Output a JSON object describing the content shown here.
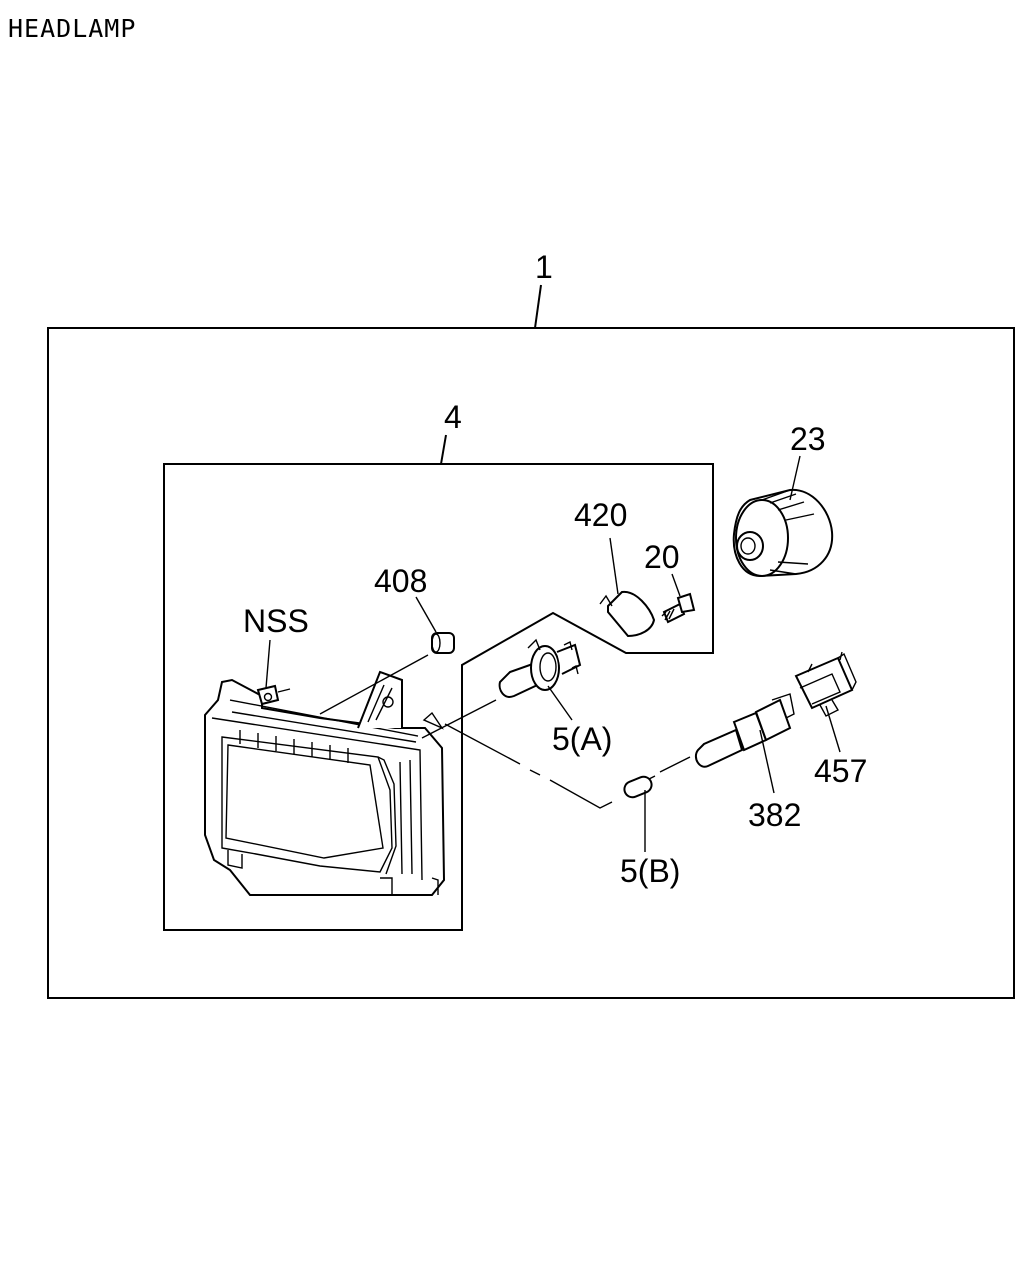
{
  "page_title": "HEADLAMP",
  "callouts": {
    "assembly": "1",
    "headlamp_unit": "4",
    "cap": "23",
    "seal": "420",
    "screw": "20",
    "clip": "408",
    "nss": "NSS",
    "bulb_a": "5(A)",
    "bulb_b": "5(B)",
    "socket": "382",
    "connector": "457"
  }
}
